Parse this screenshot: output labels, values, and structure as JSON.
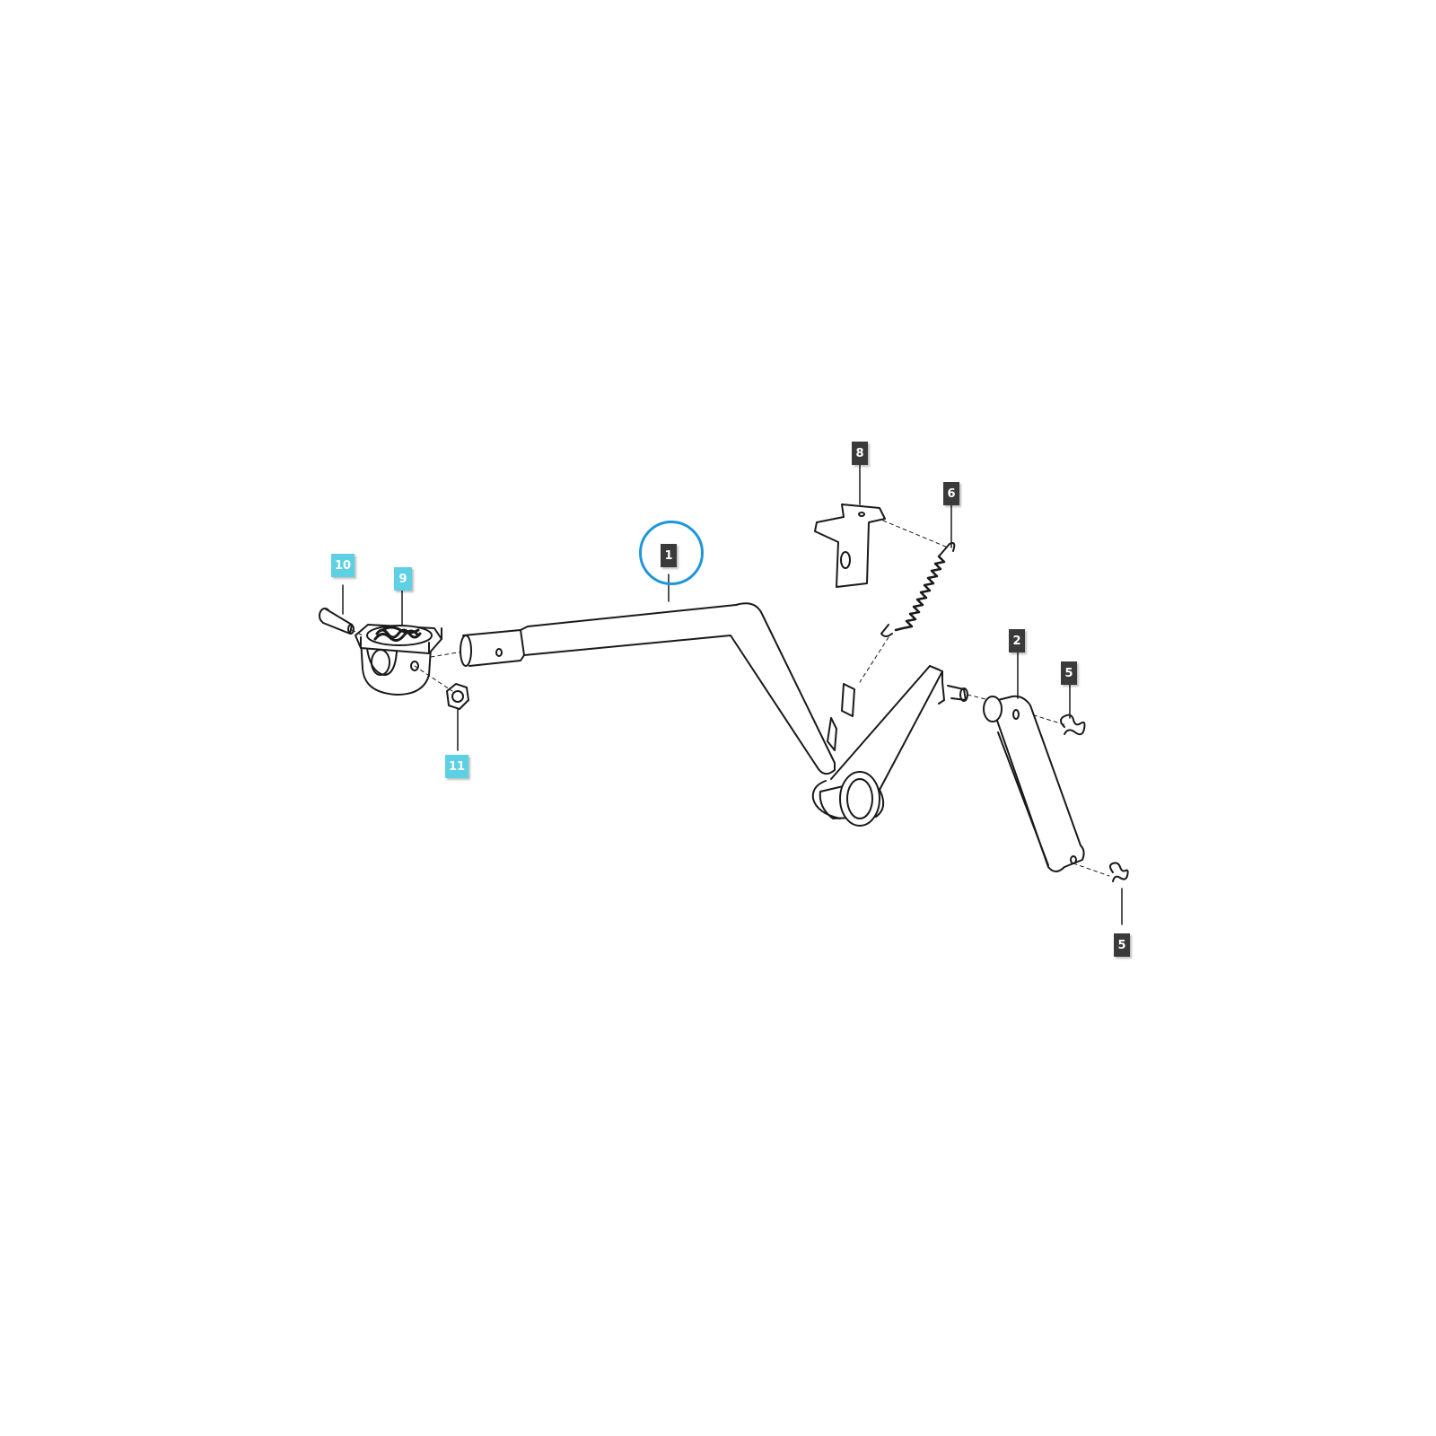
{
  "colors": {
    "line": "#1a1a1a",
    "callout_dark": "#3a3a3a",
    "callout_selected": "#5ed0e4",
    "highlight_ring": "#1e96dc"
  },
  "parts": [
    {
      "id": "part-1",
      "label": "1",
      "state": "normal",
      "highlighted": true
    },
    {
      "id": "part-2",
      "label": "2",
      "state": "normal"
    },
    {
      "id": "part-5a",
      "label": "5",
      "state": "normal"
    },
    {
      "id": "part-5b",
      "label": "5",
      "state": "normal"
    },
    {
      "id": "part-6",
      "label": "6",
      "state": "normal"
    },
    {
      "id": "part-8",
      "label": "8",
      "state": "normal"
    },
    {
      "id": "part-9",
      "label": "9",
      "state": "selected"
    },
    {
      "id": "part-10",
      "label": "10",
      "state": "selected"
    },
    {
      "id": "part-11",
      "label": "11",
      "state": "selected"
    }
  ]
}
